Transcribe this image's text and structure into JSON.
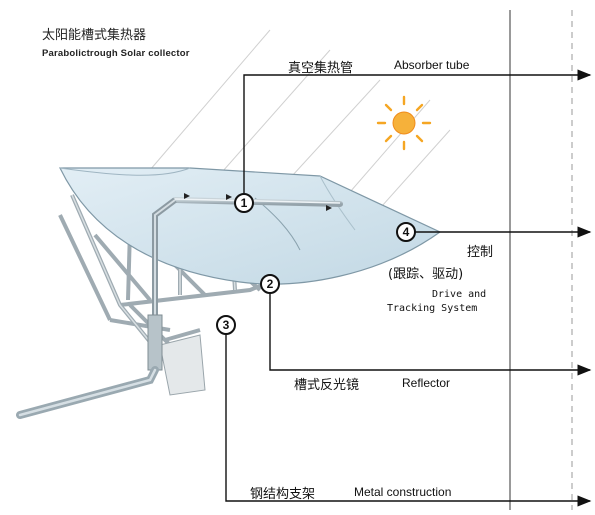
{
  "title": {
    "zh": "太阳能槽式集热器",
    "en": "Parabolictrough Solar collector"
  },
  "callouts": [
    {
      "number": "1",
      "zh": "真空集热管",
      "en": "Absorber tube"
    },
    {
      "number": "2",
      "zh": "槽式反光镜",
      "en": "Reflector"
    },
    {
      "number": "3",
      "zh": "钢结构支架",
      "en": "Metal construction"
    },
    {
      "number": "4",
      "zh_line1": "控制",
      "zh_line2": "(跟踪、驱动)",
      "en_line1": "Drive and",
      "en_line2": "Tracking System"
    }
  ],
  "colors": {
    "sun": "#f5a623",
    "mirror": "#d4e6ef",
    "structure": "#b9c3c8",
    "line": "#111111"
  }
}
